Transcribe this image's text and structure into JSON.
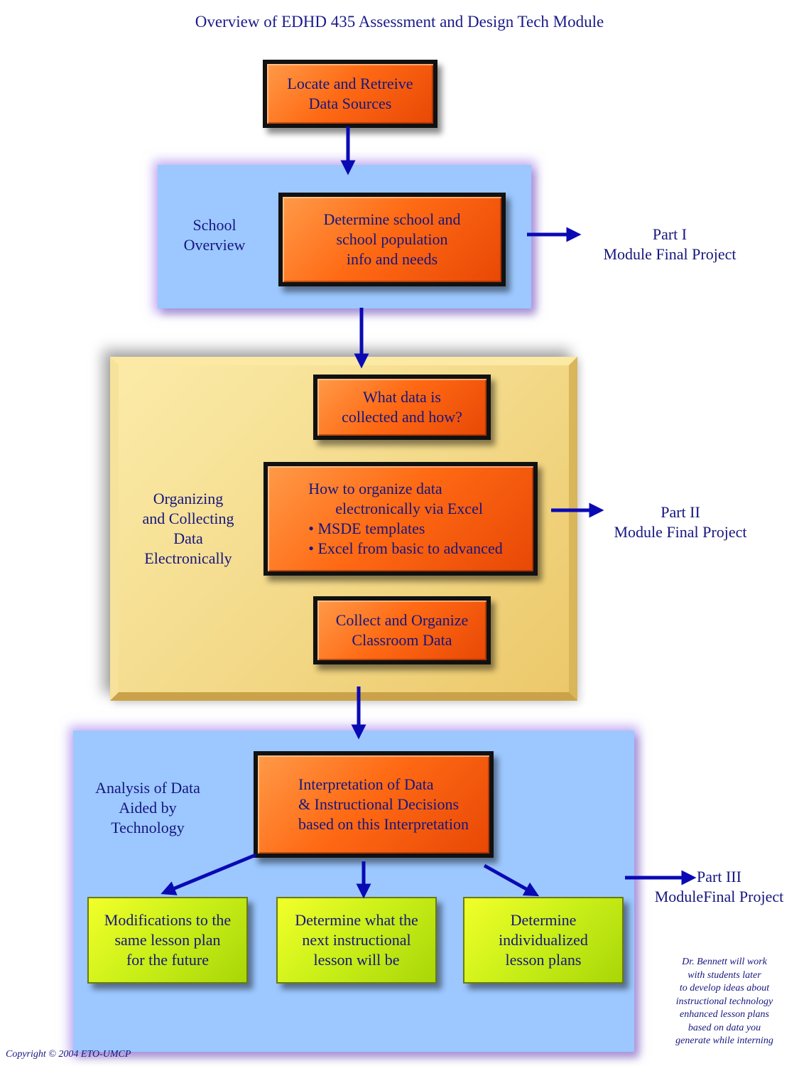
{
  "title": "Overview of EDHD 435 Assessment and Design Tech Module",
  "locate_box": [
    "Locate and Retreive",
    "Data Sources"
  ],
  "school_section": {
    "label": [
      "School",
      "Overview"
    ],
    "box": [
      "Determine school and",
      "school population",
      "info and needs"
    ],
    "part": [
      "Part I",
      "Module Final Project"
    ]
  },
  "organizing_section": {
    "label": [
      "Organizing",
      "and Collecting",
      "Data",
      "Electronically"
    ],
    "box_what": [
      "What data is",
      "collected and how?"
    ],
    "box_how": [
      "How to organize data",
      "electronically via Excel",
      "• MSDE templates",
      "• Excel from basic to advanced"
    ],
    "box_collect": [
      "Collect and Organize",
      "Classroom Data"
    ],
    "part": [
      "Part II",
      "Module Final Project"
    ]
  },
  "analysis_section": {
    "label": [
      "Analysis of Data",
      "Aided by",
      "Technology"
    ],
    "box": [
      "Interpretation of Data",
      "& Instructional Decisions",
      "based on this Interpretation"
    ],
    "outcomes": [
      [
        "Modifications to the",
        "same lesson plan",
        "for the future"
      ],
      [
        "Determine what the",
        "next instructional",
        "lesson will be"
      ],
      [
        "Determine",
        "individualized",
        "lesson plans"
      ]
    ],
    "part": [
      "Part III",
      "ModuleFinal Project"
    ]
  },
  "note": [
    "Dr. Bennett will work",
    "with students later",
    "to develop ideas about",
    "instructional technology",
    "enhanced lesson plans",
    "based on data you",
    "generate while interning"
  ],
  "copyright": "Copyright © 2004 ETO-UMCP",
  "colors": {
    "text": "#16167e",
    "arrow": "#0a0ab4",
    "blue_panel": "#9cc8ff",
    "gold_panel": "#f4dc8e",
    "orange_box": "#ff6a14",
    "green_box": "#c9ef18"
  }
}
